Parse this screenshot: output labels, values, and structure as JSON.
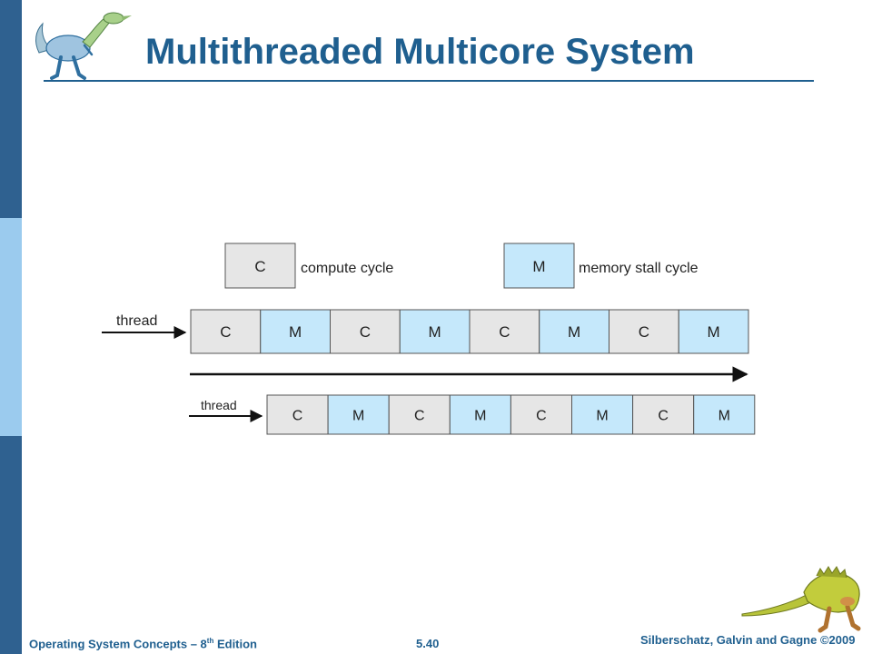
{
  "slide": {
    "title": "Multithreaded Multicore System"
  },
  "legend": {
    "compute_box": "C",
    "compute_label": "compute cycle",
    "memory_box": "M",
    "memory_label": "memory stall cycle"
  },
  "thread1": {
    "label": "thread",
    "cells": [
      "C",
      "M",
      "C",
      "M",
      "C",
      "M",
      "C",
      "M"
    ]
  },
  "thread2": {
    "label": "thread",
    "cells": [
      "C",
      "M",
      "C",
      "M",
      "C",
      "M",
      "C",
      "M"
    ]
  },
  "footer": {
    "left_prefix": "Operating System Concepts – 8",
    "left_sup": "th",
    "left_suffix": " Edition",
    "page": "5.40",
    "right": "Silberschatz, Galvin and Gagne ©2009"
  },
  "colors": {
    "compute_fill": "#e6e6e6",
    "memory_fill": "#c5e8fb",
    "accent": "#1f5f8f"
  }
}
